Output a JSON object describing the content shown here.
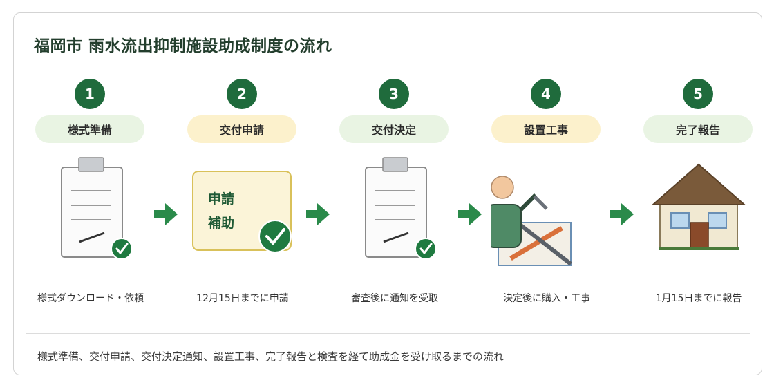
{
  "title": "福岡市 雨水流出抑制施設助成制度の流れ",
  "steps": [
    {
      "number": "1",
      "label": "様式準備",
      "caption": "様式ダウンロード・依頼"
    },
    {
      "number": "2",
      "label": "交付申請",
      "caption": "12月15日までに申請",
      "card_lines": [
        "申請",
        "補助"
      ]
    },
    {
      "number": "3",
      "label": "交付決定",
      "caption": "審査後に通知を受取"
    },
    {
      "number": "4",
      "label": "設置工事",
      "caption": "決定後に購入・工事"
    },
    {
      "number": "5",
      "label": "完了報告",
      "caption": "1月15日までに報告"
    }
  ],
  "footer": "様式準備、交付申請、交付決定通知、設置工事、完了報告と検査を経て助成金を受け取るまでの流れ",
  "colors": {
    "accent_green": "#1f6b3c",
    "pill_green": "#e9f4e3",
    "pill_yellow": "#fcf1cc",
    "arrow_green": "#2a8a4a"
  },
  "icons": [
    "clipboard-check-icon",
    "application-card-icon",
    "clipboard-check-icon",
    "worker-installation-icon",
    "house-icon",
    "arrow-right-icon"
  ]
}
